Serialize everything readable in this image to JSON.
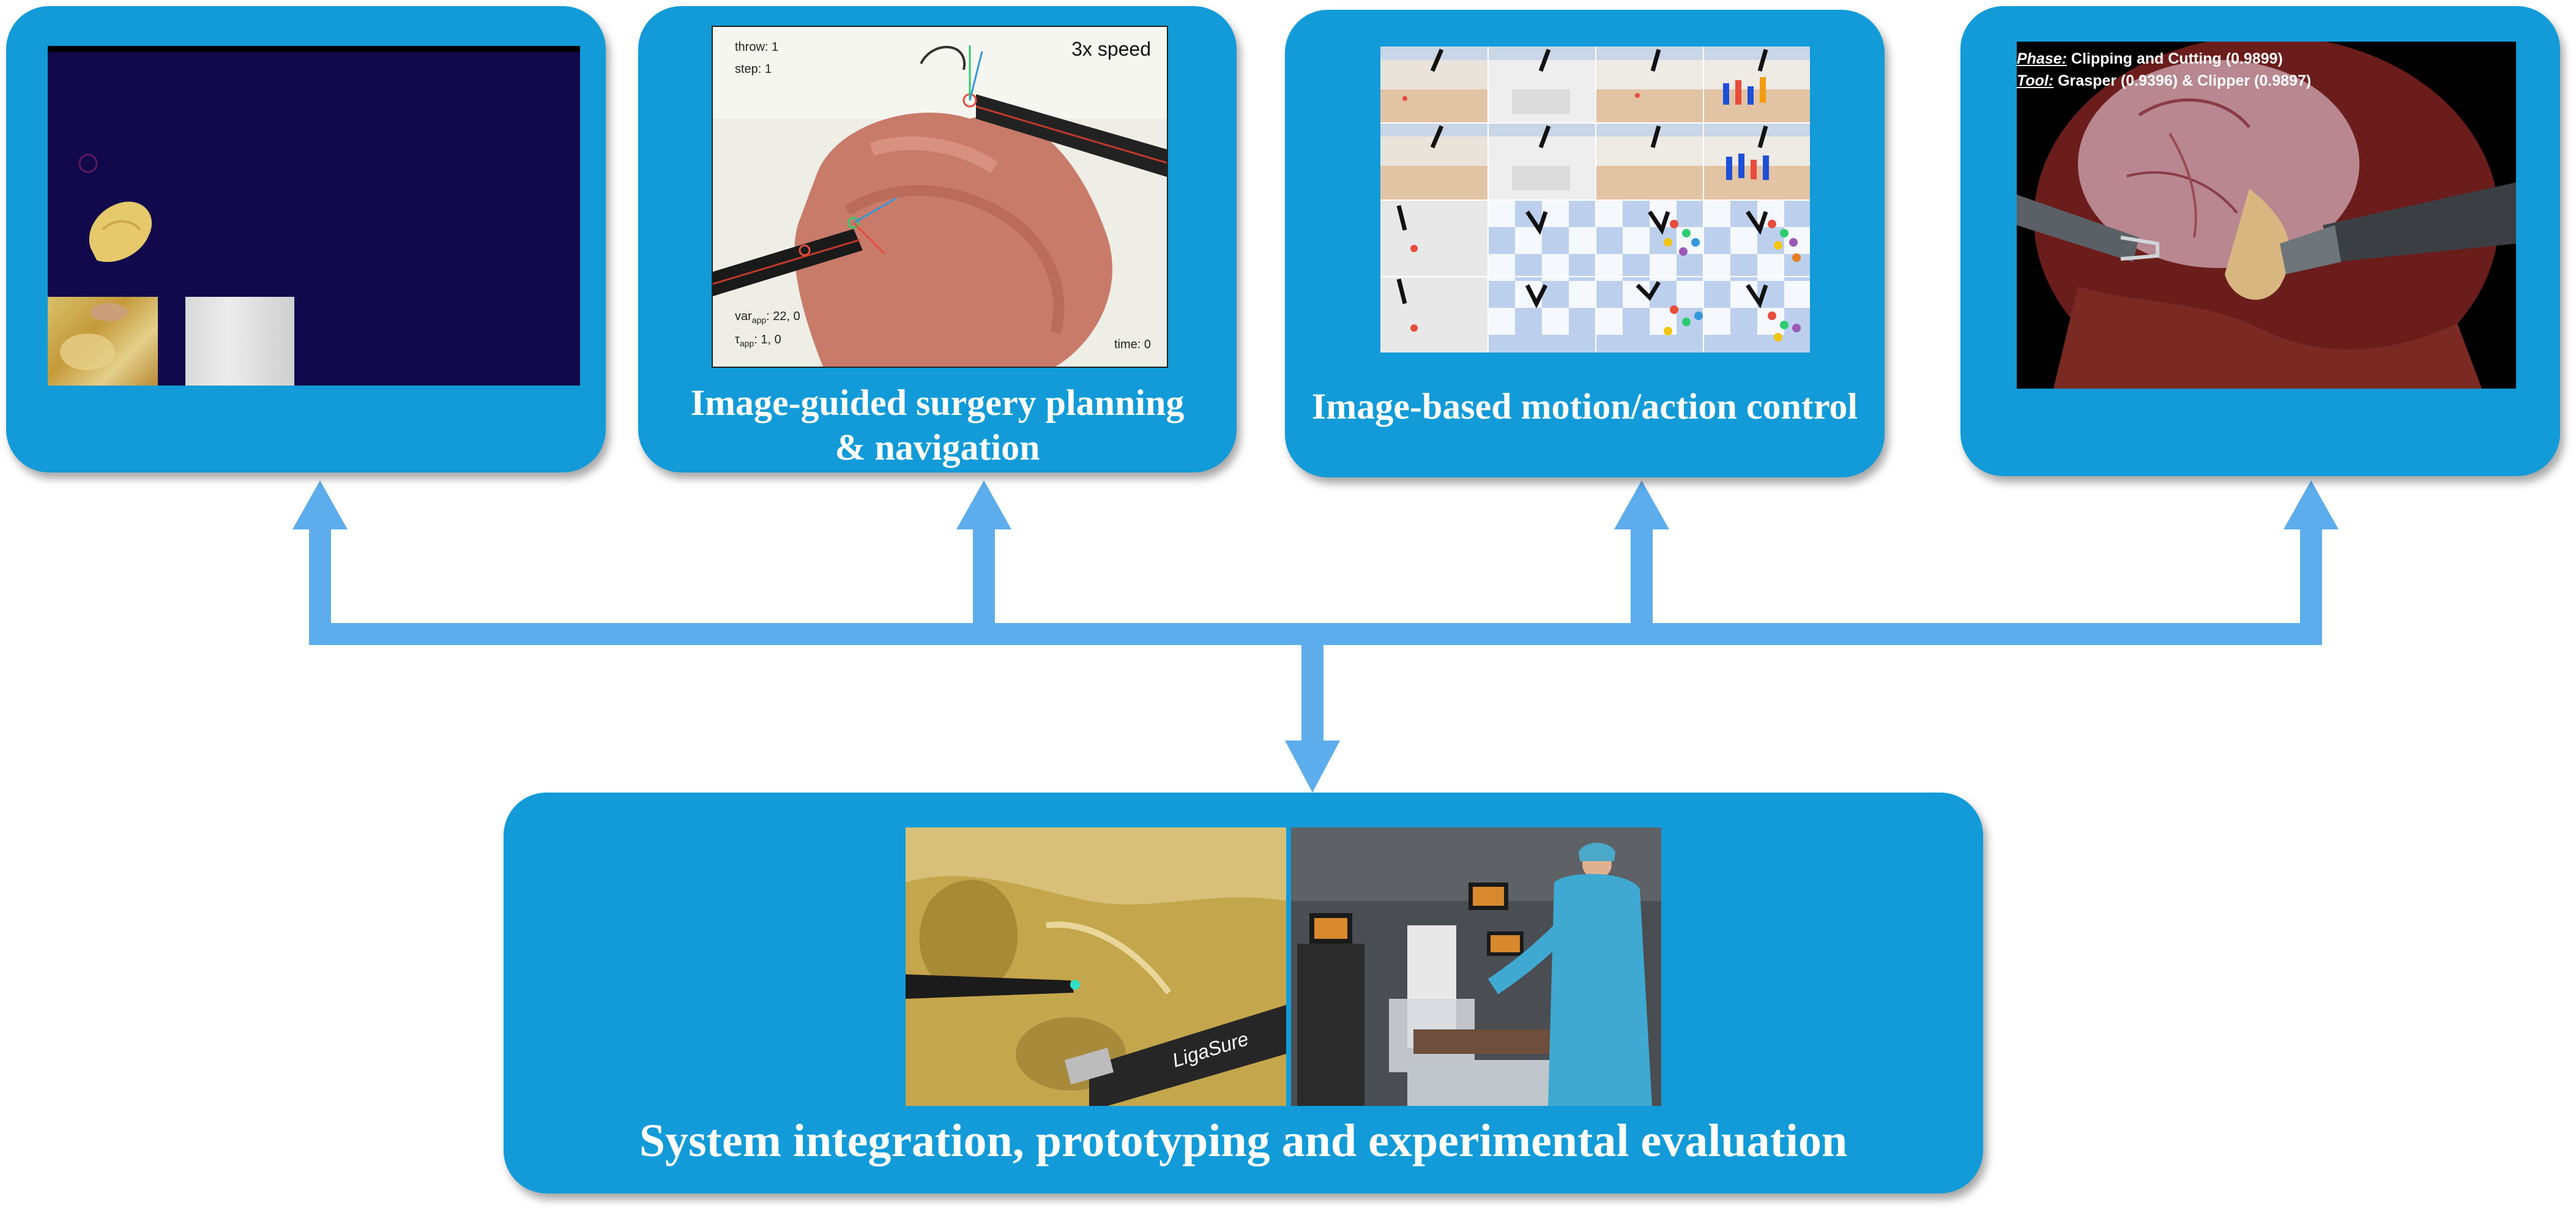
{
  "panels": {
    "panel1": {
      "caption": ""
    },
    "panel2": {
      "caption_line1": "Image-guided surgery planning",
      "caption_line2": "& navigation",
      "overlay": {
        "throw": "throw: 1",
        "step": "step: 1",
        "speed": "3x speed",
        "var_app_label": "var",
        "var_app_sub": "app",
        "var_app_value": ": 22, 0",
        "tau_app_label": "τ",
        "tau_app_sub": "app",
        "tau_app_value": ": 1, 0",
        "time": "time: 0"
      }
    },
    "panel3": {
      "caption": "Image-based motion/action control"
    },
    "panel4": {
      "caption": "",
      "overlay": {
        "phase_label": "Phase:",
        "phase_value": " Clipping and Cutting  (0.9899)",
        "tool_label": "Tool:",
        "tool_value": " Grasper (0.9396) & Clipper (0.9897)"
      }
    },
    "bottom": {
      "caption": "System integration, prototyping and experimental evaluation",
      "instrument_brand": "LigaSure"
    }
  },
  "colors": {
    "panel": "#129BD8",
    "arrow": "#5DADEC",
    "dark_screen": "#11094B"
  }
}
